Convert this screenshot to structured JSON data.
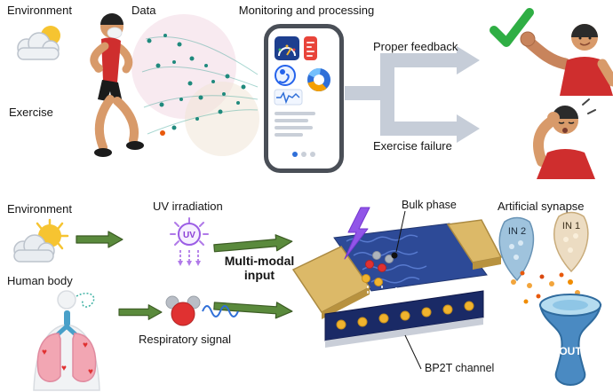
{
  "top_panel": {
    "environment_label": "Environment",
    "exercise_label": "Exercise",
    "data_label": "Data",
    "monitoring_label": "Monitoring and processing",
    "proper_feedback_label": "Proper feedback",
    "exercise_failure_label": "Exercise failure"
  },
  "bottom_panel": {
    "environment_label": "Environment",
    "human_body_label": "Human body",
    "uv_irradiation_label": "UV irradiation",
    "uv_icon_text": "UV",
    "respiratory_signal_label": "Respiratory signal",
    "multimodal_line1": "Multi-modal",
    "multimodal_line2": "input",
    "bulk_phase_label": "Bulk phase",
    "bp2t_channel_label": "BP2T channel",
    "artificial_synapse_label": "Artificial synapse",
    "in1_label": "IN 1",
    "in2_label": "IN 2",
    "out_label": "OUT"
  },
  "icons": {
    "heart_glyph": "♥"
  },
  "colors": {
    "shirt_red": "#cf2e2e",
    "check_green": "#2fae44",
    "arrow_gray": "#c6cdd8",
    "arrow_green": "#5a8a3c",
    "uv_purple": "#9b5de5",
    "bulk_blue": "#2d4a97",
    "channel_navy": "#1a2a66",
    "electrode_gold": "#dcb968",
    "particle_teal": "#1f8a7d"
  }
}
